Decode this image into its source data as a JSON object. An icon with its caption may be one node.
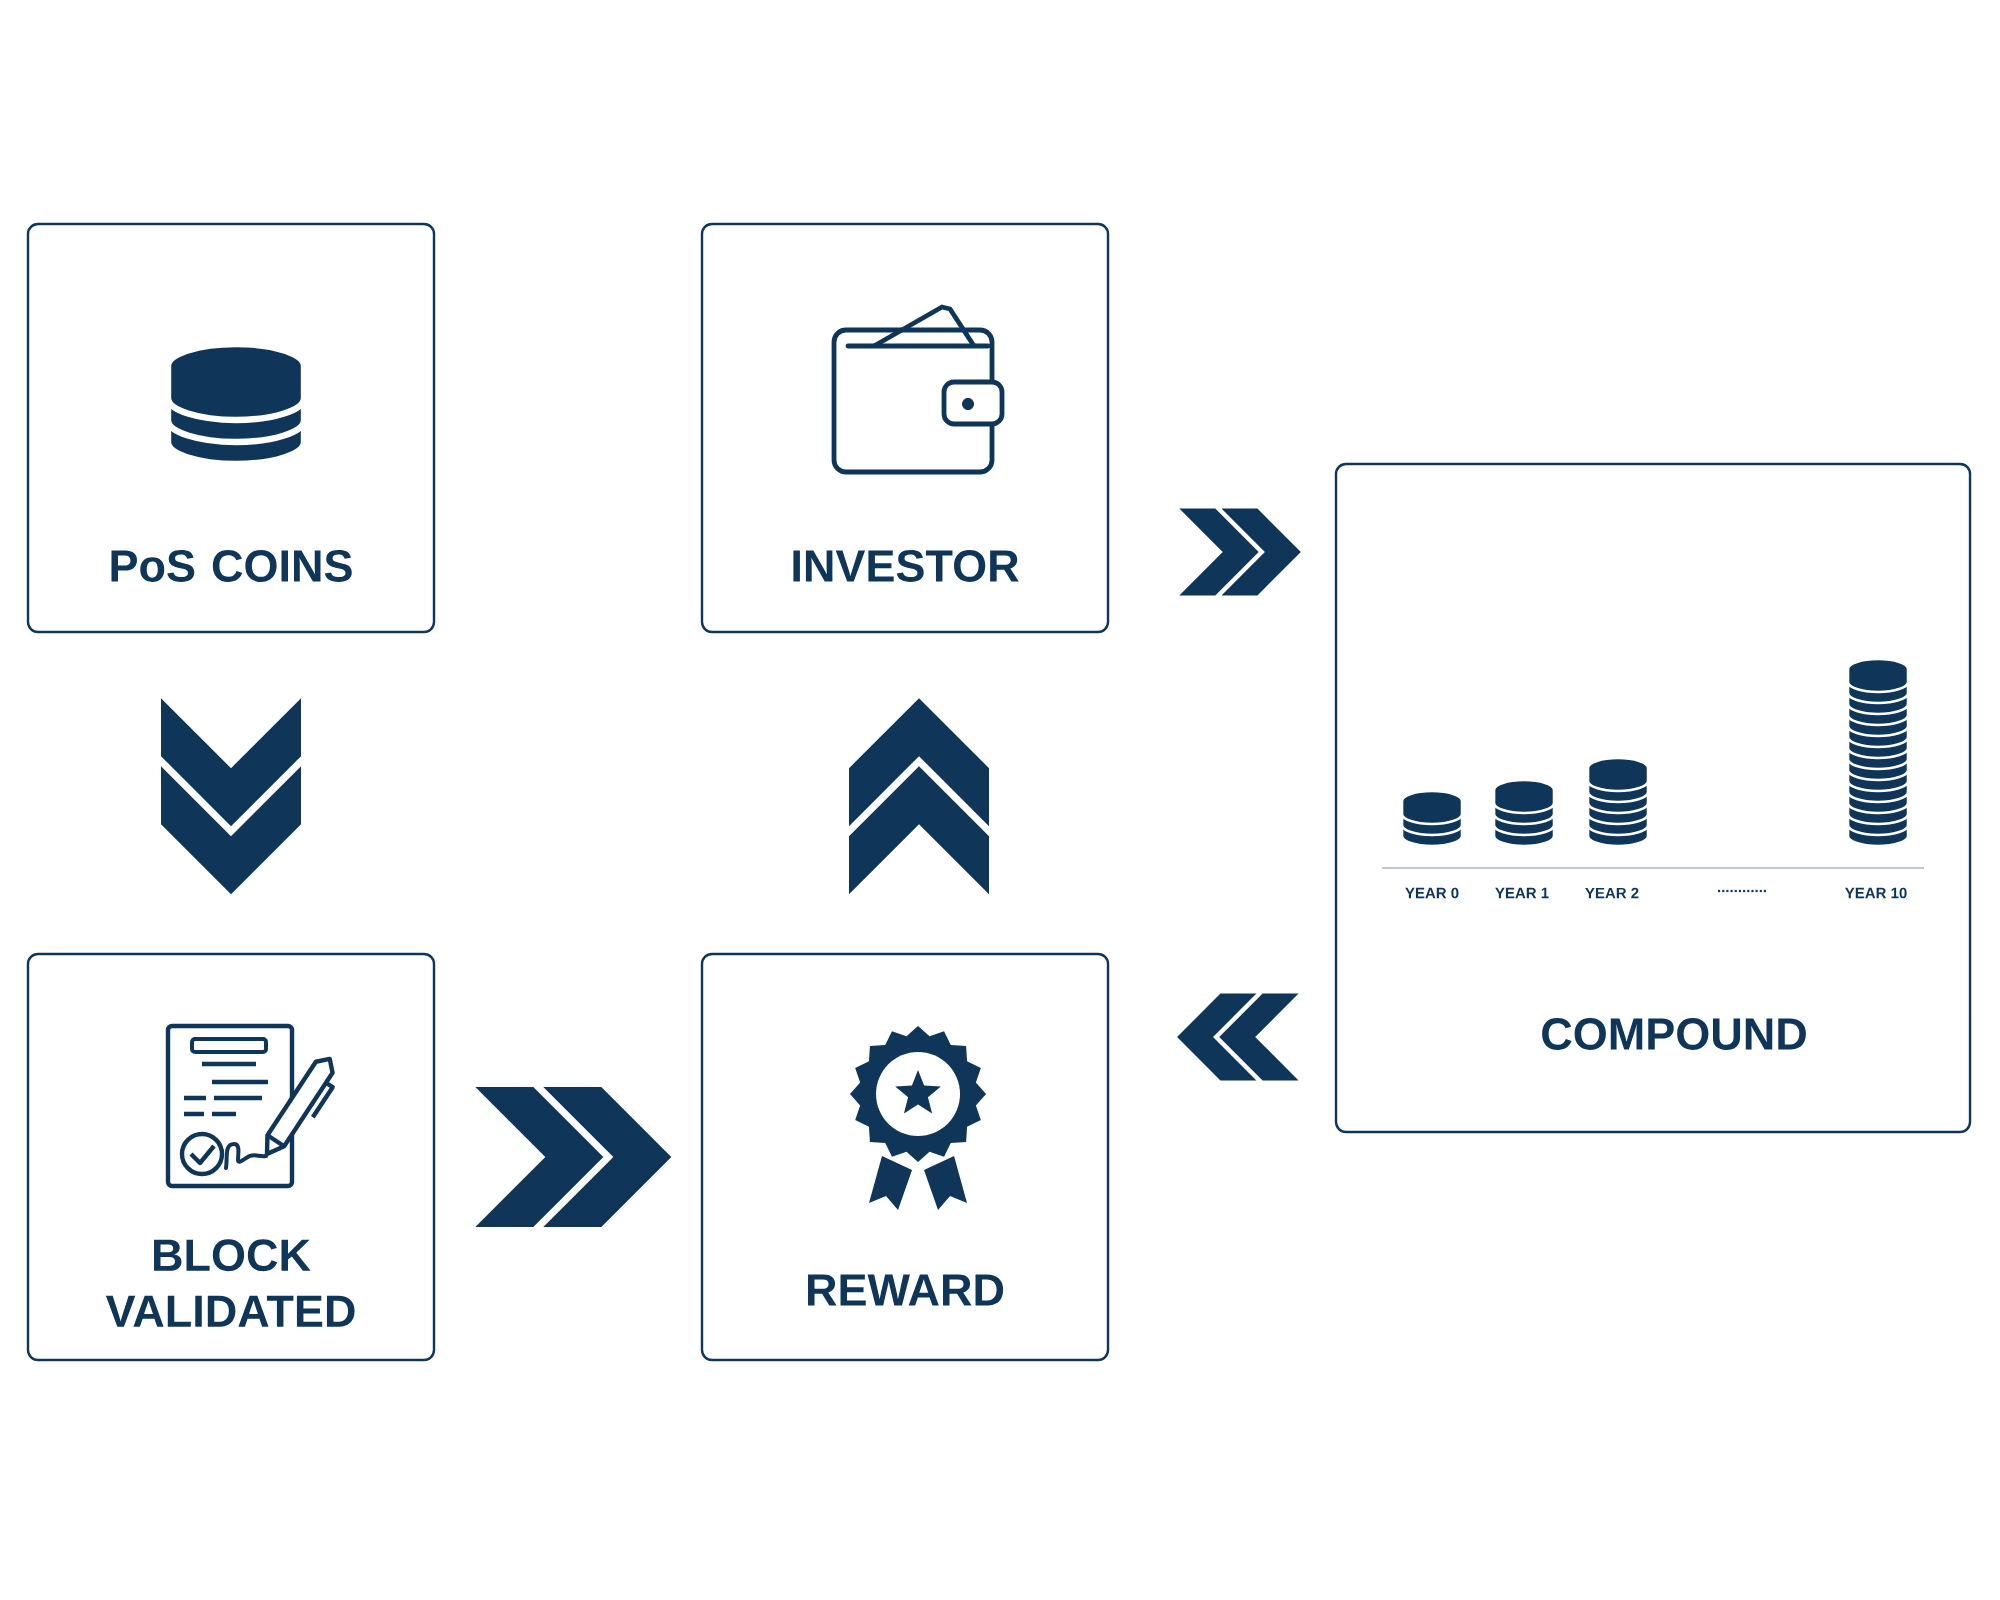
{
  "diagram": {
    "nodes": [
      {
        "text": [
          "PoS COINS"
        ]
      },
      {
        "text": [
          "INVESTOR"
        ]
      },
      {
        "text": [
          "COMPOUND"
        ]
      },
      {
        "text": [
          "BLOCK VALIDATED"
        ]
      },
      {
        "text": [
          "REWARD"
        ]
      }
    ],
    "edges": [
      {
        "from": 0,
        "to": 3,
        "arrow": "to"
      },
      {
        "from": 3,
        "to": 4,
        "arrow": "to"
      },
      {
        "from": 4,
        "to": 1,
        "arrow": "to"
      },
      {
        "from": 1,
        "to": 2,
        "arrow": "to"
      },
      {
        "from": 2,
        "to": 4,
        "arrow": "to"
      }
    ],
    "labels": [
      "YEAR 0",
      "YEAR 1",
      "YEAR 2",
      "............",
      "YEAR 10"
    ]
  }
}
